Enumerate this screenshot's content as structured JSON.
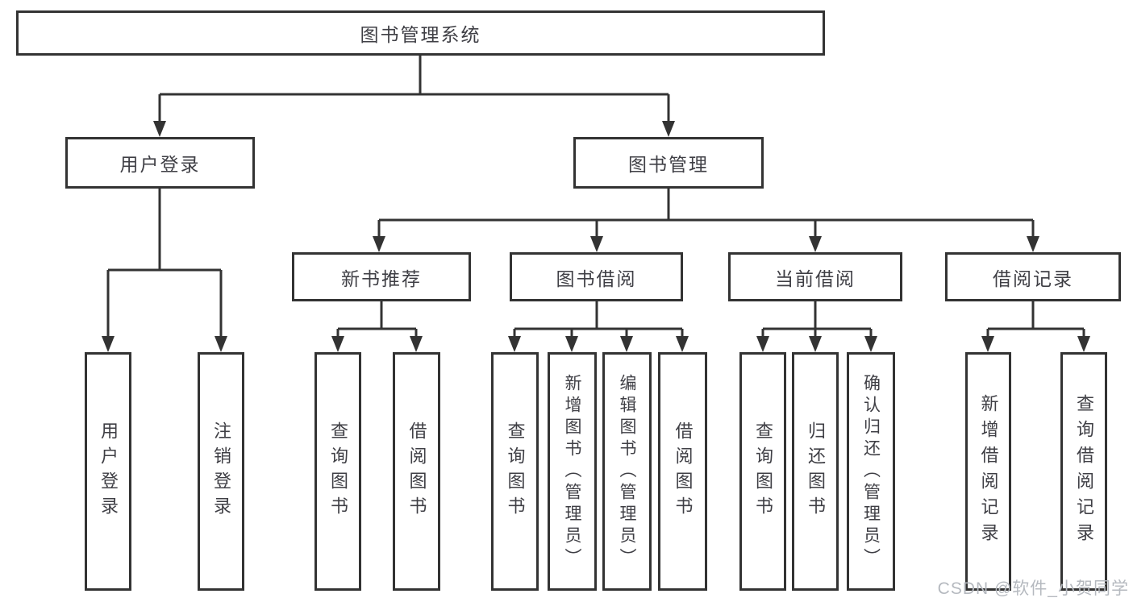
{
  "title": "图书管理系统",
  "nodes": {
    "user_login": "用户登录",
    "book_mgmt": "图书管理",
    "new_books": "新书推荐",
    "book_borrow": "图书借阅",
    "current_borrow": "当前借阅",
    "borrow_records": "借阅记录"
  },
  "leaves": {
    "user_login_leaf": "用户登录",
    "logout": "注销登录",
    "nb_query": "查询图书",
    "nb_borrow": "借阅图书",
    "bb_query": "查询图书",
    "bb_add": "新增图书（管理员）",
    "bb_edit": "编辑图书（管理员）",
    "bb_borrow": "借阅图书",
    "cb_query": "查询图书",
    "cb_return": "归还图书",
    "cb_confirm": "确认归还（管理员）",
    "br_add": "新增借阅记录",
    "br_query": "查询借阅记录"
  },
  "watermark": "CSDN @软件_小贺同学",
  "colors": {
    "line": "#333333",
    "text": "#3f3f45",
    "watermark": "#b5b9bf"
  }
}
